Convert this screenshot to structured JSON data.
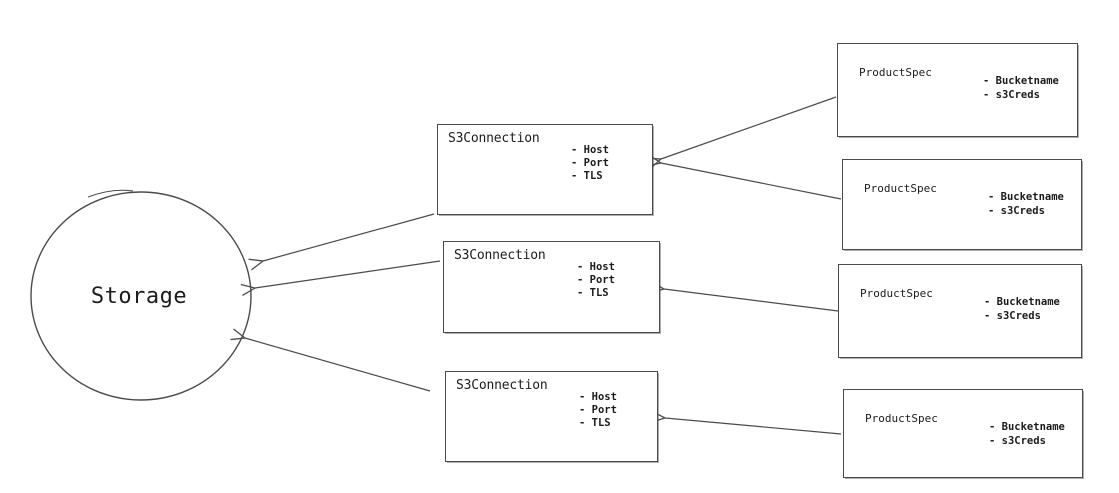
{
  "diagram": {
    "background": "#ffffff",
    "stroke_color": "#4b4b4b",
    "text_color": "#1c1c1c",
    "storage": {
      "label": "Storage"
    },
    "s3_connections": [
      {
        "title": "S3Connection",
        "attributes": {
          "0": "- Host",
          "1": "- Port",
          "2": "- TLS"
        }
      },
      {
        "title": "S3Connection",
        "attributes": {
          "0": "- Host",
          "1": "- Port",
          "2": "- TLS"
        }
      },
      {
        "title": "S3Connection",
        "attributes": {
          "0": "- Host",
          "1": "- Port",
          "2": "- TLS"
        }
      }
    ],
    "product_specs": [
      {
        "title": "ProductSpec",
        "attributes": {
          "0": "- Bucketname",
          "1": "- s3Creds"
        }
      },
      {
        "title": "ProductSpec",
        "attributes": {
          "0": "- Bucketname",
          "1": "- s3Creds"
        }
      },
      {
        "title": "ProductSpec",
        "attributes": {
          "0": "- Bucketname",
          "1": "- s3Creds"
        }
      },
      {
        "title": "ProductSpec",
        "attributes": {
          "0": "- Bucketname",
          "1": "- s3Creds"
        }
      }
    ],
    "edges": [
      {
        "from": "ProductSpec-1",
        "to": "S3Connection-1"
      },
      {
        "from": "ProductSpec-2",
        "to": "S3Connection-1"
      },
      {
        "from": "ProductSpec-3",
        "to": "S3Connection-2"
      },
      {
        "from": "ProductSpec-4",
        "to": "S3Connection-3"
      },
      {
        "from": "S3Connection-1",
        "to": "Storage"
      },
      {
        "from": "S3Connection-2",
        "to": "Storage"
      },
      {
        "from": "S3Connection-3",
        "to": "Storage"
      }
    ]
  }
}
